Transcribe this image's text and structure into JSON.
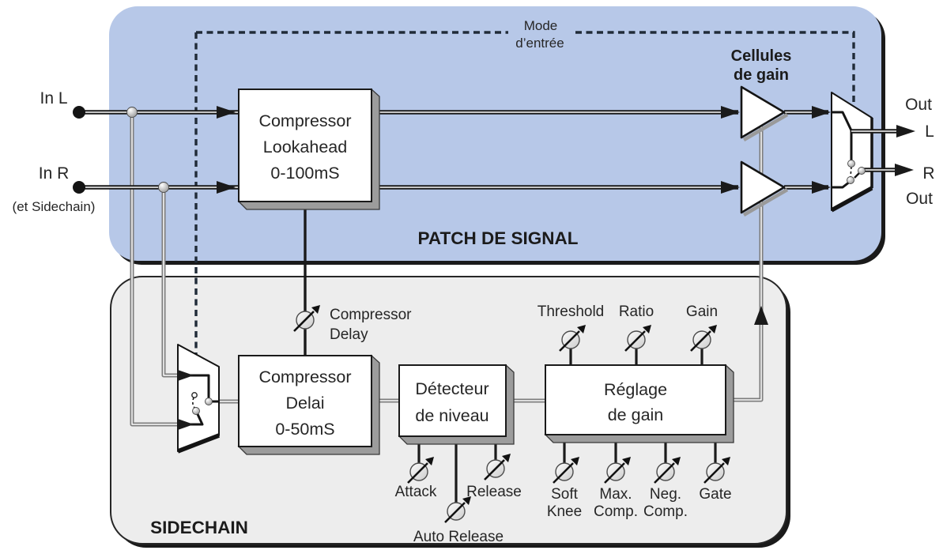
{
  "regions": {
    "signal_patch": "PATCH DE SIGNAL",
    "sidechain": "SIDECHAIN"
  },
  "io": {
    "in_l": "In L",
    "in_r": "In R",
    "sidechain_note": "(et Sidechain)",
    "out_top_word": "Out",
    "out_top_letter": "L",
    "out_bottom_letter": "R",
    "out_bottom_word": "Out"
  },
  "mode_switch": {
    "line1": "Mode",
    "line2": "d’entrée"
  },
  "gain_cells": {
    "line1": "Cellules",
    "line2": "de gain"
  },
  "blocks": {
    "lookahead": {
      "lines": [
        "Compressor",
        "Lookahead",
        "0-100mS"
      ]
    },
    "delay": {
      "lines": [
        "Compressor",
        "Delai",
        "0-50mS"
      ]
    },
    "detector": {
      "lines": [
        "Détecteur",
        "de niveau"
      ]
    },
    "gain": {
      "lines": [
        "Réglage",
        "de gain"
      ]
    }
  },
  "knobs": {
    "compressor_delay": {
      "line1": "Compressor",
      "line2": "Delay"
    },
    "threshold": {
      "label": "Threshold"
    },
    "ratio": {
      "label": "Ratio"
    },
    "gain": {
      "label": "Gain"
    },
    "attack": {
      "label": "Attack"
    },
    "release": {
      "label": "Release"
    },
    "auto_release": {
      "label": "Auto Release"
    },
    "soft_knee": {
      "line1": "Soft",
      "line2": "Knee"
    },
    "max_comp": {
      "line1": "Max.",
      "line2": "Comp."
    },
    "neg_comp": {
      "line1": "Neg.",
      "line2": "Comp."
    },
    "gate": {
      "label": "Gate"
    }
  },
  "colors": {
    "signal_patch_bg": "#b7c8e8",
    "sidechain_bg": "#ededed",
    "signal_line": "#1a1a1a",
    "sidechain_line": "#7d7d7d",
    "mode_dashed_line": "#202b38",
    "block_extrusion": "#9c9c9c",
    "box_shadow": "#1a1a1a"
  }
}
